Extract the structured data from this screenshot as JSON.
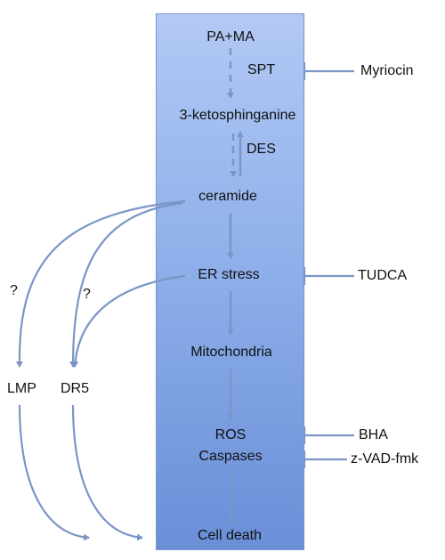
{
  "pathway": {
    "nodes": {
      "substrates": "PA+MA",
      "ketosphinganine": "3-ketosphinganine",
      "ceramide": "ceramide",
      "er_stress": "ER stress",
      "mitochondria": "Mitochondria",
      "ros": "ROS",
      "caspases": "Caspases",
      "cell_death": "Cell death"
    },
    "enzymes": {
      "spt": "SPT",
      "des": "DES"
    },
    "branches": {
      "lmp": "LMP",
      "dr5": "DR5",
      "unknown_1": "?",
      "unknown_2": "?"
    }
  },
  "inhibitors": {
    "myriocin": "Myriocin",
    "tudca": "TUDCA",
    "bha": "BHA",
    "zvad": "z-VAD-fmk"
  },
  "colors": {
    "arrow": "#7b95c6",
    "column_top": "#b3c9f5",
    "column_bottom": "#6a8fd8"
  }
}
